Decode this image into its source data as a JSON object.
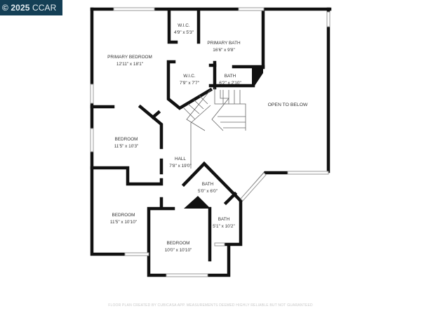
{
  "badge": {
    "symbol": "©",
    "year": "2025",
    "org": "CCAR"
  },
  "rooms": [
    {
      "id": "primary-bedroom",
      "name": "PRIMARY BEDROOM",
      "dims": "12'11\" x 18'1\""
    },
    {
      "id": "wic-1",
      "name": "W.I.C.",
      "dims": "4'9\" x 5'3\""
    },
    {
      "id": "primary-bath",
      "name": "PRIMARY BATH",
      "dims": "16'6\" x 9'8\""
    },
    {
      "id": "wic-2",
      "name": "W.I.C.",
      "dims": "7'9\" x 7'7\""
    },
    {
      "id": "bath-small",
      "name": "BATH",
      "dims": "6'2\" x 2'10\""
    },
    {
      "id": "open-to-below",
      "name": "OPEN TO BELOW",
      "dims": ""
    },
    {
      "id": "bedroom-2",
      "name": "BEDROOM",
      "dims": "11'5\" x 10'3\""
    },
    {
      "id": "hall",
      "name": "HALL",
      "dims": "7'8\" x 19'0\""
    },
    {
      "id": "bath-hall",
      "name": "BATH",
      "dims": "5'0\" x 6'0\""
    },
    {
      "id": "bedroom-3",
      "name": "BEDROOM",
      "dims": "11'5\" x 10'10\""
    },
    {
      "id": "bath-right",
      "name": "BATH",
      "dims": "5'1\" x 10'2\""
    },
    {
      "id": "bedroom-4",
      "name": "BEDROOM",
      "dims": "10'0\" x 10'10\""
    }
  ],
  "footer": {
    "disclaimer": "FLOOR PLAN CREATED BY CUBICASA APP. MEASUREMENTS DEEMED HIGHLY RELIABLE BUT NOT GUARANTEED"
  },
  "colors": {
    "wall": "#111111",
    "badge_bg": "#143f55",
    "label": "#333333"
  }
}
